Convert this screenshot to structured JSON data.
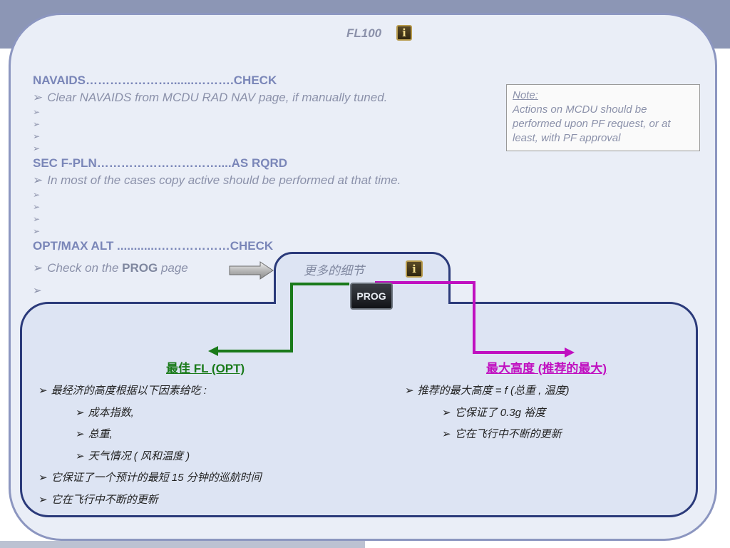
{
  "title": "FL100",
  "info_icon": "info-icon",
  "navaids": {
    "heading": "NAVAIDS………………….......……….CHECK",
    "bullet": "Clear NAVAIDS from MCDU RAD NAV page, if manually tuned."
  },
  "sec_fpln": {
    "heading": "SEC F-PLN…………………………....AS RQRD",
    "bullet": "In most of the cases copy active should be performed at that time."
  },
  "opt_max": {
    "heading": "OPT/MAX ALT ............………………CHECK",
    "bullet_pre": "Check  on the ",
    "bullet_bold": "PROG",
    "bullet_post": " page"
  },
  "note": {
    "title": "Note:",
    "text": "Actions on MCDU should be performed upon PF request, or at least, with PF approval"
  },
  "more_details": "更多的细节",
  "prog_button": "PROG",
  "opt": {
    "title": "最佳 FL (OPT)",
    "items": [
      "最经济的高度根据以下因素给吃 :",
      "成本指数,",
      "总重,",
      "天气情况 ( 风和温度 )",
      "它保证了一个预计的最短 15 分钟的巡航时间",
      "它在飞行中不断的更新"
    ]
  },
  "max": {
    "title": "最大高度 (推荐的最大)",
    "items": [
      "推荐的最大高度 = f (总重 , 温度)",
      "它保证了 0.3g 裕度",
      "它在飞行中不断的更新"
    ]
  },
  "colors": {
    "opt_green": "#1a7a1a",
    "max_magenta": "#c010c0",
    "heading_blue": "#7a86b8",
    "panel_border": "#2b3a7a"
  }
}
